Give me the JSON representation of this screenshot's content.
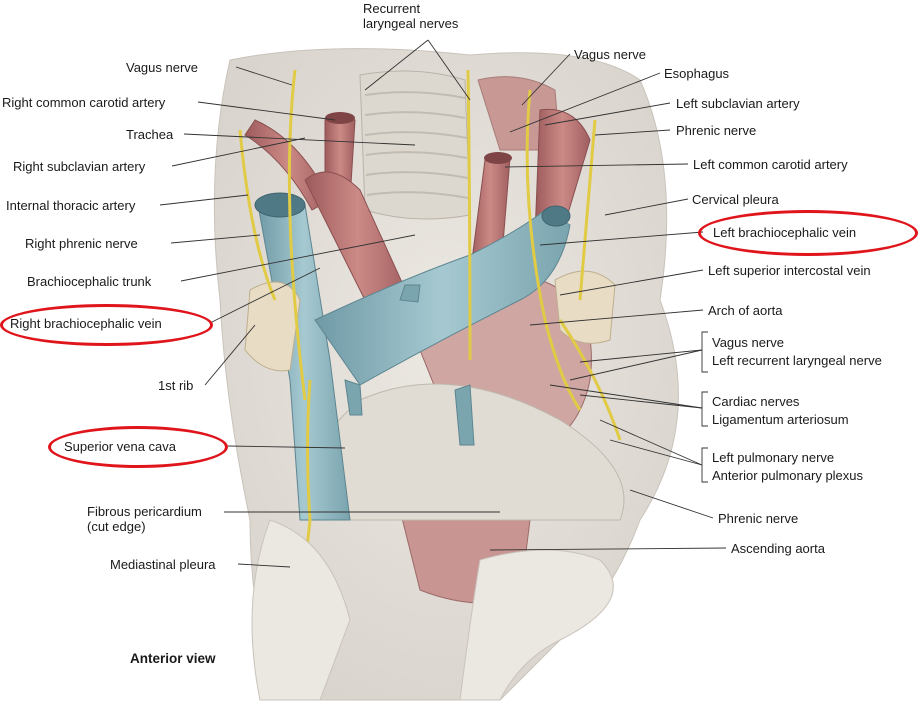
{
  "labels": {
    "recurrent_laryngeal": [
      "Recurrent",
      "laryngeal nerves"
    ],
    "vagus_left_top": "Vagus nerve",
    "right_common_carotid": "Right common carotid artery",
    "trachea": "Trachea",
    "right_subclavian": "Right subclavian artery",
    "internal_thoracic": "Internal thoracic artery",
    "right_phrenic": "Right phrenic nerve",
    "brachiocephalic_trunk": "Brachiocephalic trunk",
    "right_brachiocephalic_vein": "Right brachiocephalic vein",
    "first_rib": "1st rib",
    "superior_vena_cava": "Superior vena cava",
    "fibrous_pericardium": [
      "Fibrous pericardium",
      "(cut edge)"
    ],
    "mediastinal_pleura": "Mediastinal pleura",
    "anterior_view": "Anterior view",
    "vagus_right_top": "Vagus nerve",
    "esophagus": "Esophagus",
    "left_subclavian": "Left subclavian artery",
    "phrenic_top": "Phrenic nerve",
    "left_common_carotid": "Left common carotid artery",
    "cervical_pleura": "Cervical pleura",
    "left_brachiocephalic_vein": "Left brachiocephalic vein",
    "left_superior_intercostal": "Left superior intercostal vein",
    "arch_of_aorta": "Arch of aorta",
    "vagus_group": [
      "Vagus nerve",
      "Left recurrent laryngeal nerve"
    ],
    "cardiac_group": [
      "Cardiac nerves",
      "Ligamentum arteriosum"
    ],
    "pulmonary_group": [
      "Left pulmonary nerve",
      "Anterior pulmonary plexus"
    ],
    "phrenic_bottom": "Phrenic nerve",
    "ascending_aorta": "Ascending aorta"
  },
  "colors": {
    "highlight": "#e0141b",
    "vein": "#8fb8c2",
    "artery": "#b46b6b",
    "nerve": "#e8d45a",
    "tissue": "#e6e1d9"
  }
}
